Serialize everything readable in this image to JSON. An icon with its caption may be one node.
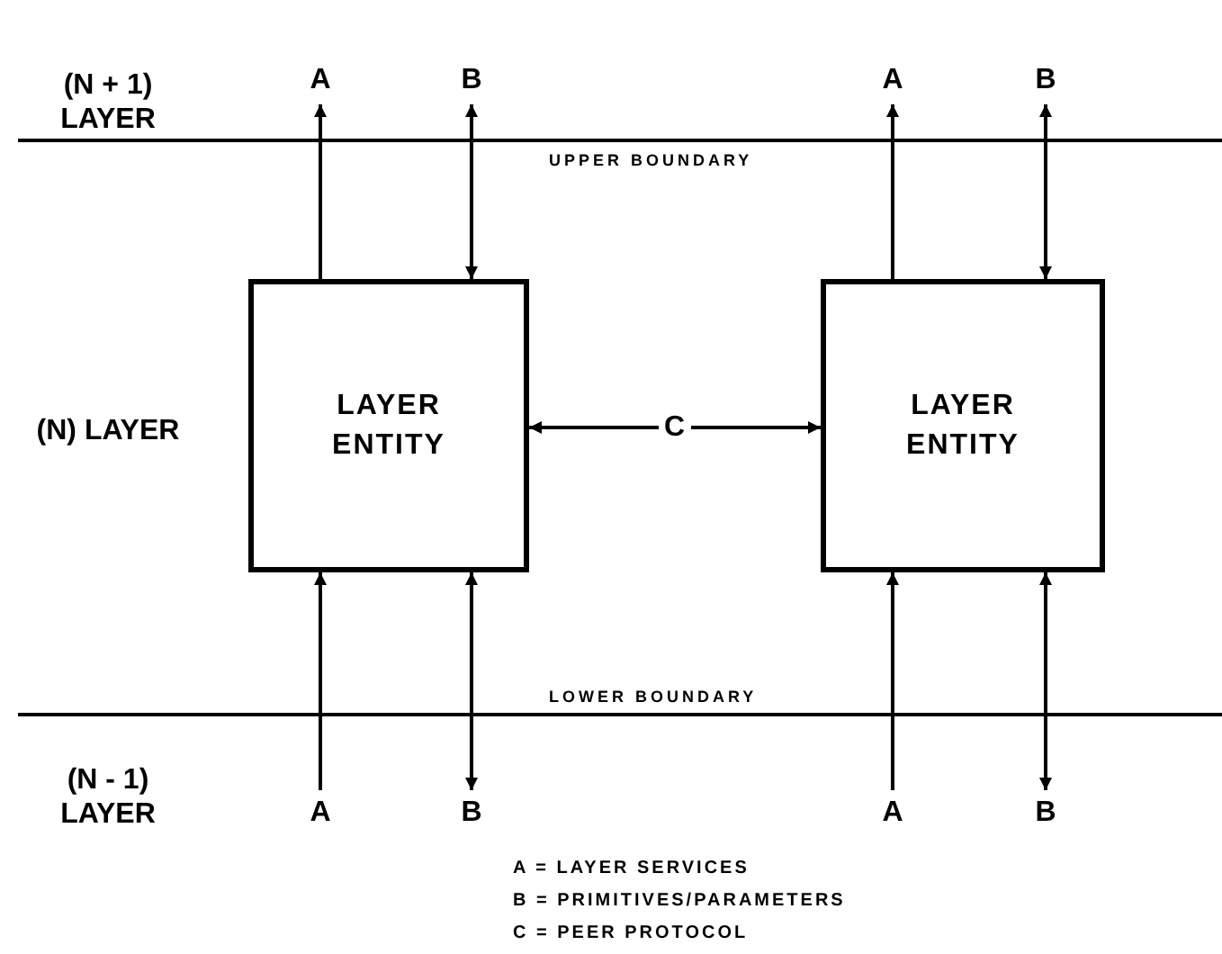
{
  "diagram": {
    "nodes": [
      {
        "text": [
          "LAYER ENTITY"
        ]
      },
      {
        "text": [
          "LAYER ENTITY"
        ]
      },
      {
        "text": [
          "A"
        ]
      },
      {
        "text": [
          "B"
        ]
      },
      {
        "text": [
          "A"
        ]
      },
      {
        "text": [
          "B"
        ]
      },
      {
        "text": [
          "A"
        ]
      },
      {
        "text": [
          "B"
        ]
      },
      {
        "text": [
          "A"
        ]
      },
      {
        "text": [
          "B"
        ]
      }
    ],
    "edges": [
      {
        "from": 0,
        "to": 2,
        "arrow": "to"
      },
      {
        "from": 3,
        "to": 0,
        "arrow": "both"
      },
      {
        "from": 1,
        "to": 4,
        "arrow": "to"
      },
      {
        "from": 5,
        "to": 1,
        "arrow": "both"
      },
      {
        "from": 0,
        "to": 1,
        "arrow": "both",
        "label": "C"
      },
      {
        "from": 6,
        "to": 0,
        "arrow": "to"
      },
      {
        "from": 0,
        "to": 7,
        "arrow": "both"
      },
      {
        "from": 8,
        "to": 1,
        "arrow": "to"
      },
      {
        "from": 1,
        "to": 9,
        "arrow": "both"
      }
    ],
    "labels": [
      "(N + 1) LAYER",
      "UPPER BOUNDARY",
      "(N) LAYER",
      "LOWER BOUNDARY",
      "(N - 1) LAYER",
      "A = LAYER SERVICES",
      "B = PRIMITIVES/PARAMETERS",
      "C = PEER PROTOCOL"
    ]
  }
}
